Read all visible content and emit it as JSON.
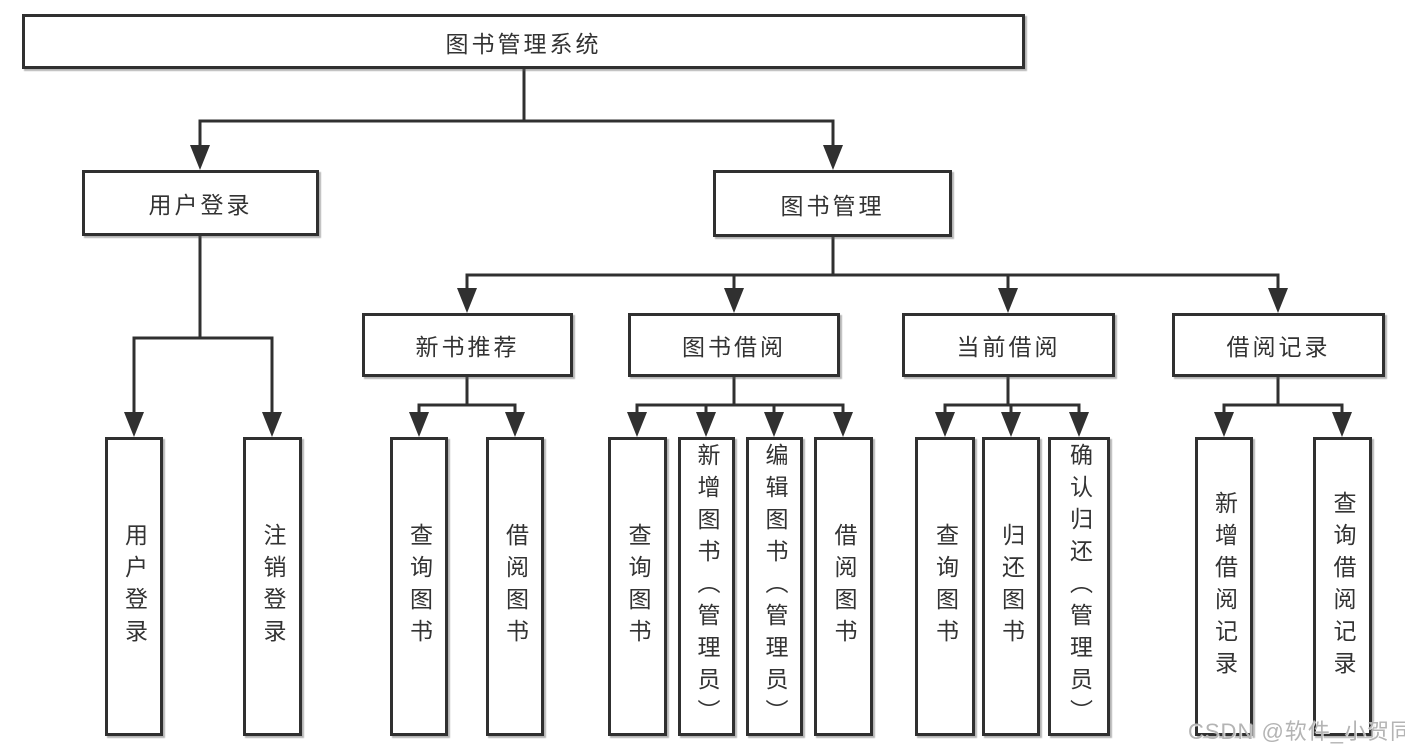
{
  "diagram": {
    "root": "图书管理系统",
    "level2": {
      "user_login": "用户登录",
      "book_management": "图书管理"
    },
    "level3": {
      "new_book_recommend": "新书推荐",
      "book_borrowing": "图书借阅",
      "current_borrowing": "当前借阅",
      "borrowing_records": "借阅记录"
    },
    "leaves": {
      "ul_login": "用户登录",
      "ul_logout": "注销登录",
      "nb_query_books": "查询图书",
      "nb_borrow_books": "借阅图书",
      "bb_query_books": "查询图书",
      "bb_add_books": "新增图书（管理员）",
      "bb_edit_books": "编辑图书（管理员）",
      "bb_borrow_books": "借阅图书",
      "cb_query_books": "查询图书",
      "cb_return_books": "归还图书",
      "cb_confirm_return": "确认归还（管理员）",
      "br_add_record": "新增借阅记录",
      "br_query_record": "查询借阅记录"
    }
  },
  "watermark": "CSDN @软件_小贺同学",
  "colors": {
    "line": "#303030",
    "text": "#333333",
    "box_bg": "#ffffff",
    "watermark": "#b4b4b4"
  }
}
